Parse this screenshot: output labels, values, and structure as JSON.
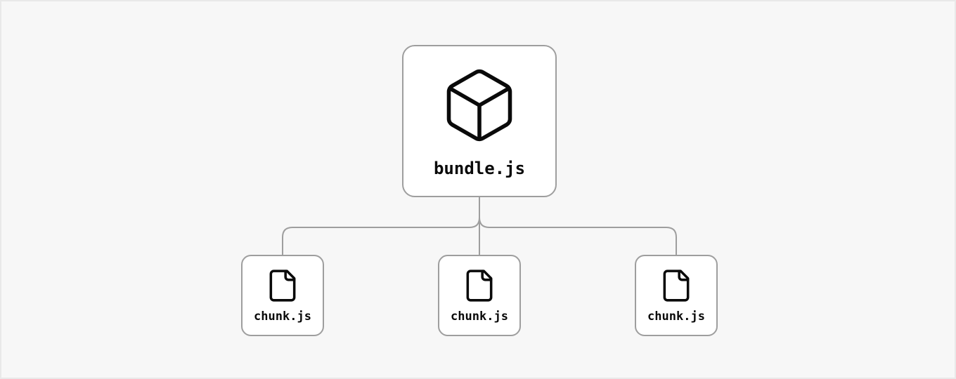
{
  "canvas": {
    "background_color": "#f7f7f7",
    "edge_border_color": "#e9e9e9"
  },
  "diagram": {
    "root": {
      "label": "bundle.js",
      "icon": "package-cube-icon"
    },
    "children": [
      {
        "label": "chunk.js",
        "icon": "file-icon"
      },
      {
        "label": "chunk.js",
        "icon": "file-icon"
      },
      {
        "label": "chunk.js",
        "icon": "file-icon"
      }
    ],
    "colors": {
      "node_background": "#ffffff",
      "node_border": "#9e9e9e",
      "connector_line": "#9e9e9e",
      "icon_stroke": "#0a0a0a",
      "label_text": "#0a0a0a"
    }
  }
}
